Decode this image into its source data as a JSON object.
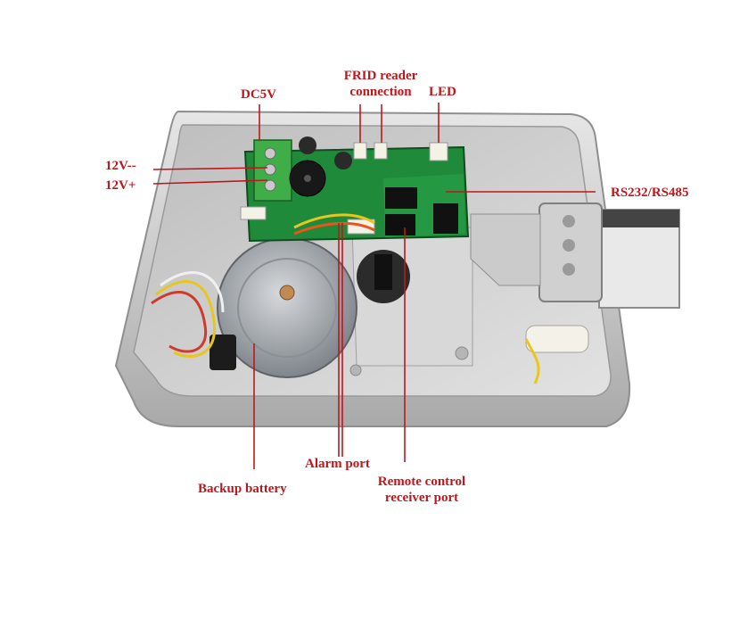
{
  "labels": {
    "frid_line1": "FRID reader",
    "frid_line2": "connection",
    "led": "LED",
    "dc5v": "DC5V",
    "v12_minus": "12V--",
    "v12_plus": "12V+",
    "rs232": "RS232/RS485",
    "alarm": "Alarm port",
    "backup": "Backup battery",
    "remote_line1": "Remote control",
    "remote_line2": "receiver port"
  },
  "colors": {
    "label": "#c0161b",
    "leader": "#c0161b",
    "housing": "#cfcfcf",
    "board": "#1f8a3a",
    "terminal_block": "#3fae49",
    "motor": "#9ea3a8"
  },
  "illustration": {
    "subject": "electric lock housing with control board",
    "icons": [
      "lock-housing",
      "control-board",
      "stepper-motor",
      "bolt",
      "terminal-block",
      "buzzer",
      "connector"
    ]
  }
}
